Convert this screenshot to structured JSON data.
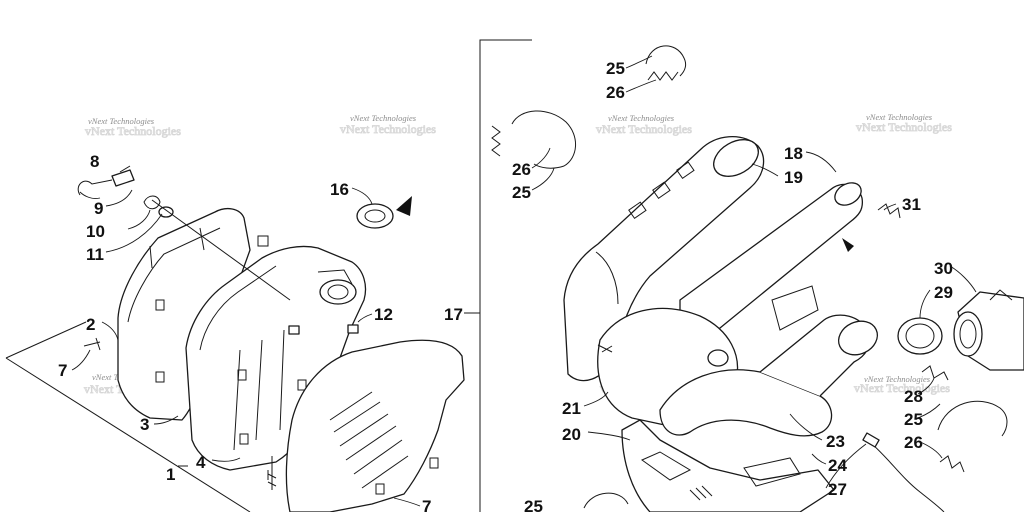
{
  "watermark": "vNext Technologies",
  "callouts": {
    "c1": "1",
    "c2": "2",
    "c3": "3",
    "c4": "4",
    "c7a": "7",
    "c7b": "7",
    "c8": "8",
    "c9": "9",
    "c10": "10",
    "c11": "11",
    "c12": "12",
    "c16": "16",
    "c17": "17",
    "c18": "18",
    "c19": "19",
    "c20": "20",
    "c21": "21",
    "c23": "23",
    "c24": "24",
    "c25a": "25",
    "c25b": "25",
    "c25c": "25",
    "c25d": "25",
    "c26a": "26",
    "c26b": "26",
    "c26c": "26",
    "c27": "27",
    "c28": "28",
    "c29": "29",
    "c30": "30",
    "c31": "31"
  }
}
